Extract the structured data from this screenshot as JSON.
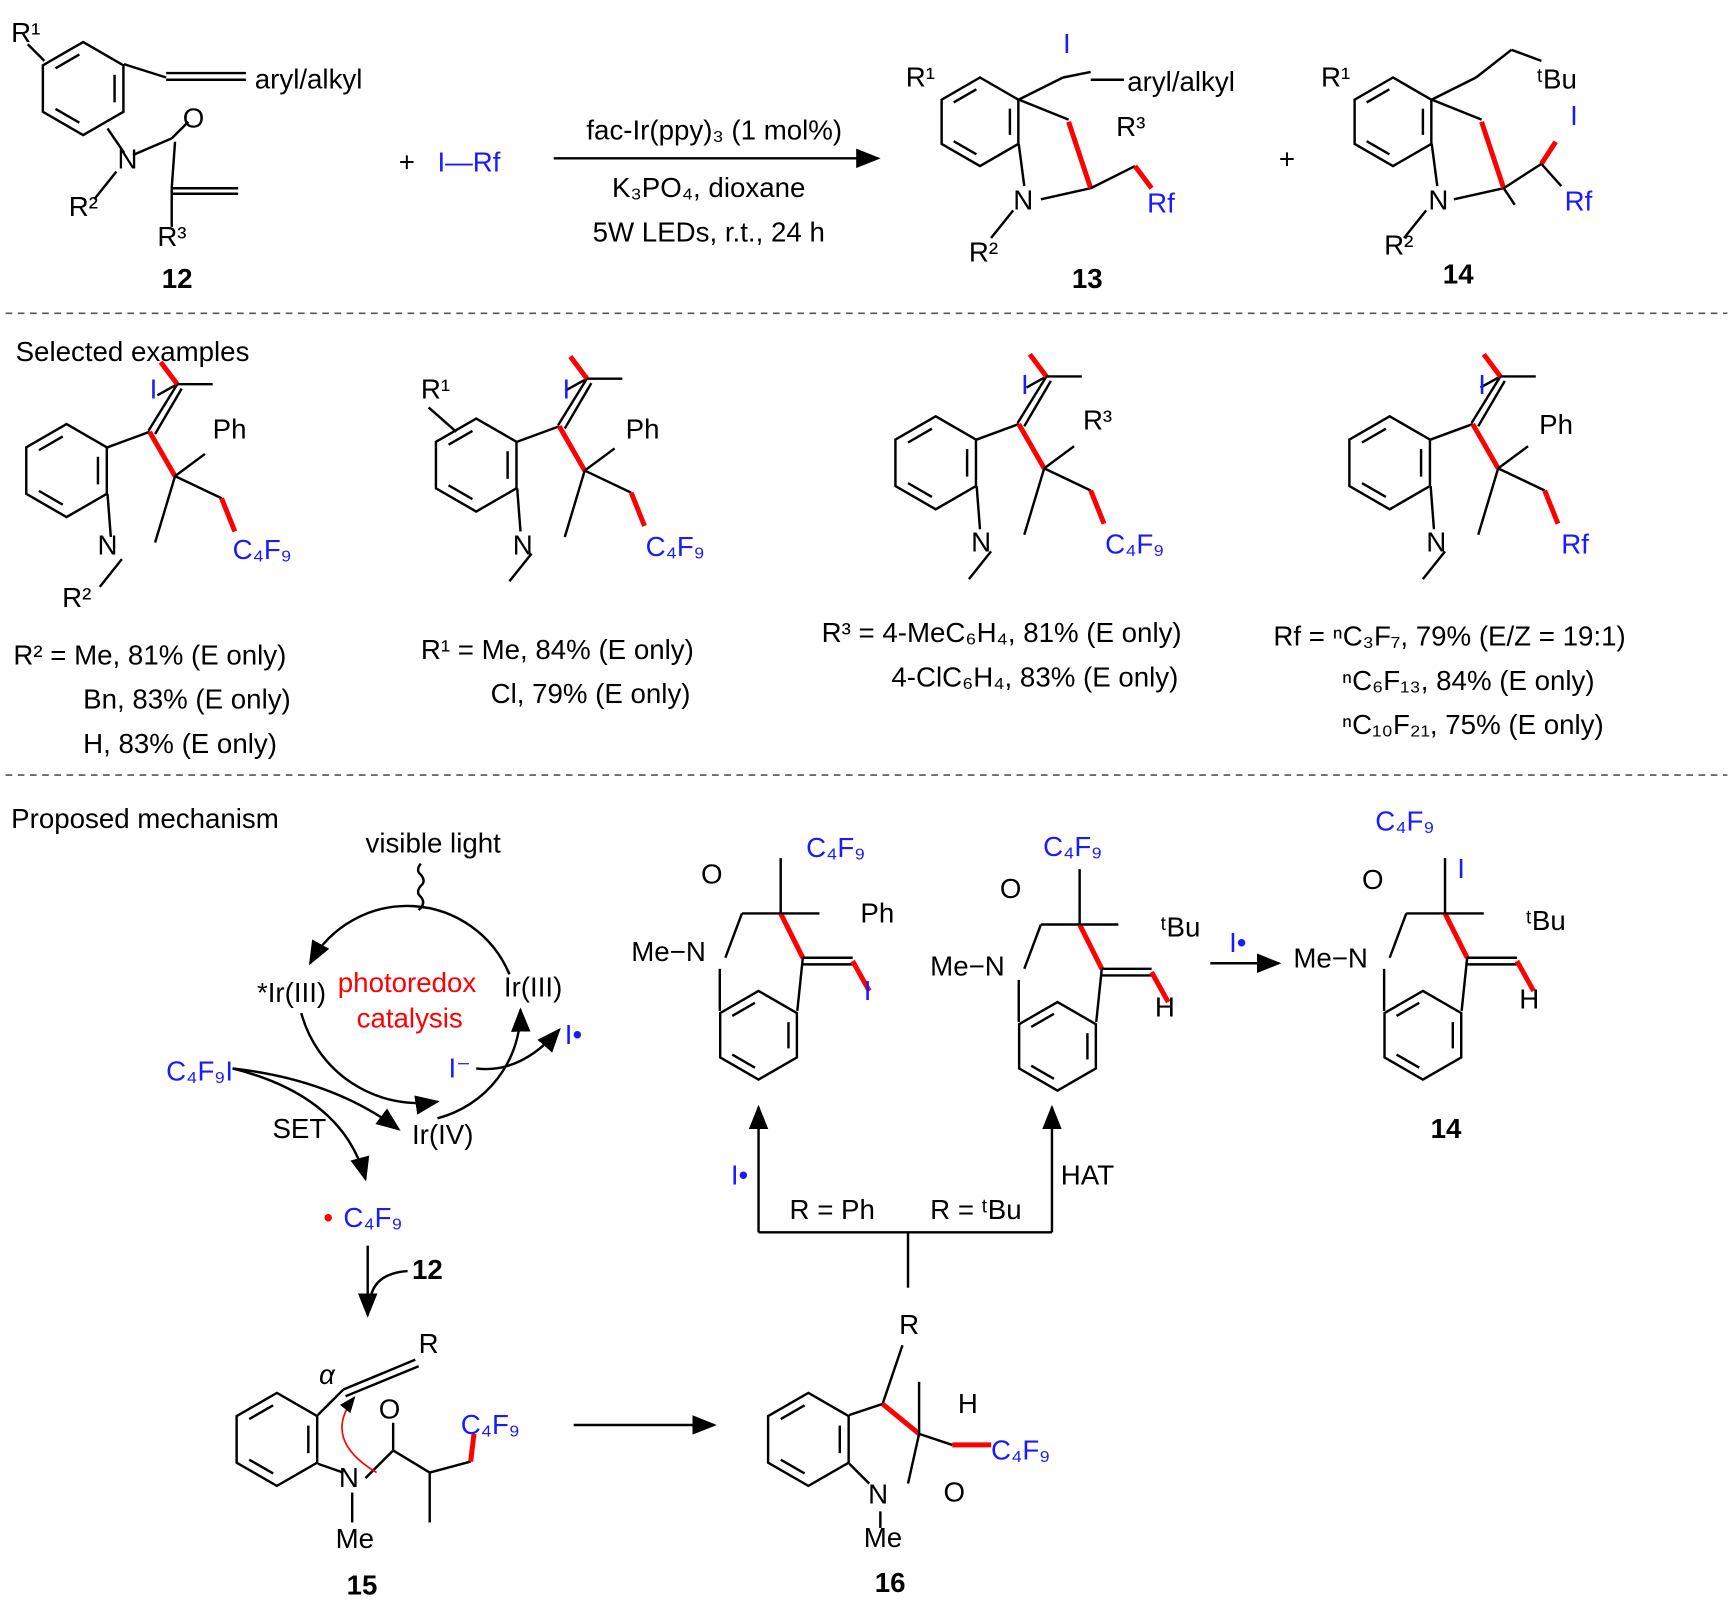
{
  "colors": {
    "blue": "#1a1aff",
    "red": "#ff0000",
    "black": "#000000"
  },
  "reaction": {
    "c12": {
      "r1": "R¹",
      "aryl": "aryl/alkyl",
      "o": "O",
      "n": "N",
      "r2": "R²",
      "r3": "R³",
      "label": "12"
    },
    "plus1": "+",
    "reagent": "I—Rf",
    "cond1": "fac-Ir(ppy)₃ (1 mol%)",
    "cond2": "K₃PO₄, dioxane",
    "cond3": "5W LEDs, r.t., 24 h",
    "c13": {
      "r1": "R¹",
      "i": "I",
      "aryl": "aryl/alkyl",
      "r3": "R³",
      "rf": "Rf",
      "n": "N",
      "r2": "R²",
      "label": "13"
    },
    "plus2": "+",
    "c14": {
      "r1": "R¹",
      "tbu": "ᵗBu",
      "i": "I",
      "rf": "Rf",
      "n": "N",
      "r2": "R²",
      "label": "14"
    }
  },
  "examples": {
    "title": "Selected examples",
    "ex1": {
      "i": "I",
      "ph": "Ph",
      "c4f9": "C₄F₉",
      "n": "N",
      "r2": "R²",
      "lines": [
        "R² = Me, 81% (E only)",
        "Bn, 83% (E only)",
        "H, 83% (E only)"
      ]
    },
    "ex2": {
      "r1": "R¹",
      "i": "I",
      "ph": "Ph",
      "c4f9": "C₄F₉",
      "n": "N",
      "lines": [
        "R¹ = Me, 84% (E only)",
        "Cl, 79% (E only)"
      ]
    },
    "ex3": {
      "i": "I",
      "r3": "R³",
      "c4f9": "C₄F₉",
      "n": "N",
      "lines": [
        "R³ = 4-MeC₆H₄, 81% (E only)",
        "4-ClC₆H₄, 83% (E only)"
      ]
    },
    "ex4": {
      "i": "I",
      "ph": "Ph",
      "rf": "Rf",
      "n": "N",
      "lines": [
        "Rf = ⁿC₃F₇, 79% (E/Z = 19:1)",
        "ⁿC₆F₁₃, 84% (E only)",
        "ⁿC₁₀F₂₁, 75% (E only)"
      ]
    }
  },
  "mechanism": {
    "title": "Proposed mechanism",
    "light": "visible light",
    "ir_star": "*Ir(III)",
    "photoredox": "photoredox",
    "catalysis": "catalysis",
    "ir3": "Ir(III)",
    "i_rad": "I•",
    "i_minus": "I⁻",
    "c4f9i": "C₄F₉I",
    "set": "SET",
    "ir4": "Ir(IV)",
    "rad_dot": "•",
    "c4f9_rad": "C₄F₉",
    "c12": "12",
    "c15": {
      "alpha": "α",
      "r": "R",
      "o": "O",
      "c4f9": "C₄F₉",
      "n": "N",
      "me": "Me",
      "label": "15"
    },
    "c16": {
      "r": "R",
      "h": "H",
      "c4f9": "C₄F₉",
      "n": "N",
      "o": "O",
      "me": "Me",
      "label": "16"
    },
    "branch": {
      "i_rad": "I•",
      "r_ph": "R = Ph",
      "r_tbu": "R = ᵗBu",
      "hat": "HAT"
    },
    "intA": {
      "c4f9": "C₄F₉",
      "o": "O",
      "ph": "Ph",
      "men": "Me−N",
      "i": "I"
    },
    "intB": {
      "c4f9": "C₄F₉",
      "o": "O",
      "tbu": "ᵗBu",
      "men": "Me−N",
      "h": "H"
    },
    "arrow_label": "I•",
    "intC": {
      "c4f9": "C₄F₉",
      "i": "I",
      "o": "O",
      "tbu": "ᵗBu",
      "men": "Me−N",
      "h": "H",
      "label": "14"
    }
  }
}
